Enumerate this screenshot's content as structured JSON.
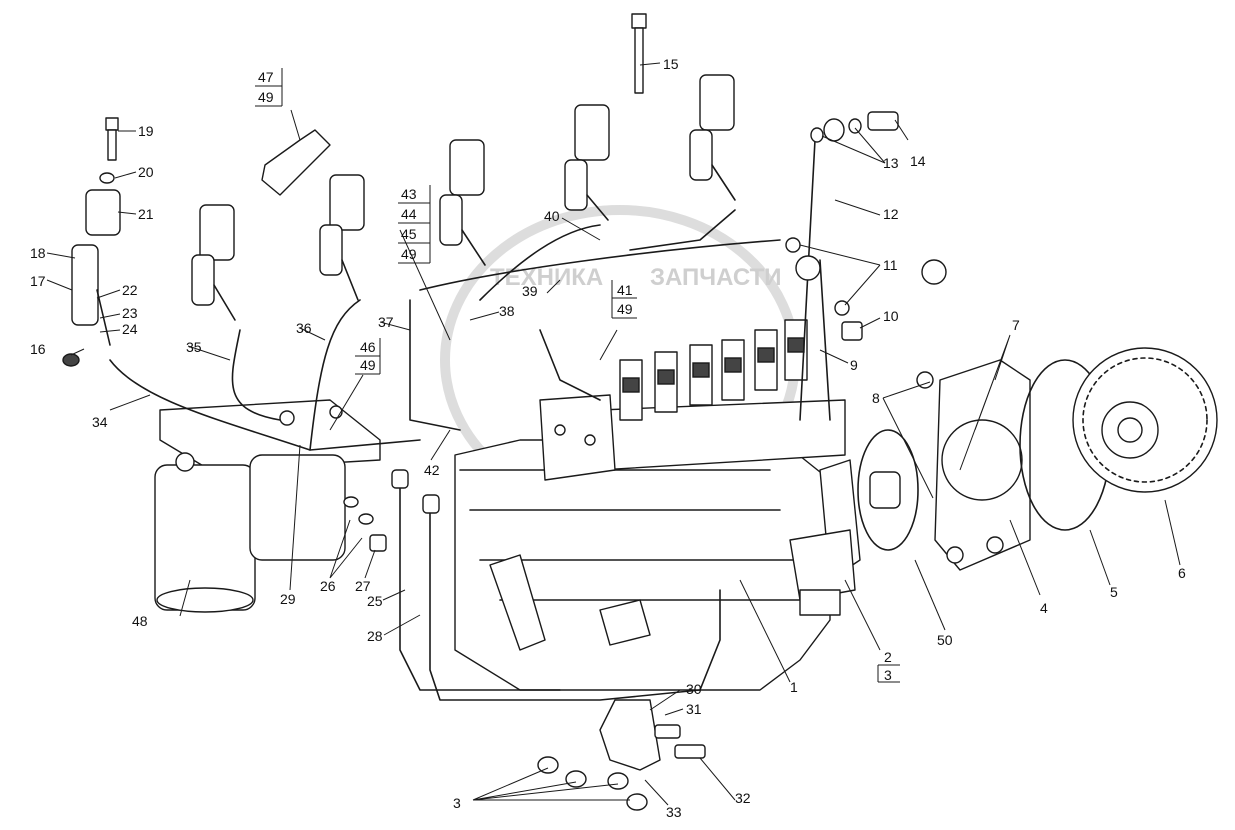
{
  "watermark": {
    "left": "ТЕХНИКА",
    "right": "ЗАПЧАСТИ"
  },
  "callouts": [
    {
      "id": "c1",
      "text": "1"
    },
    {
      "id": "c2",
      "text": "2"
    },
    {
      "id": "c3",
      "text": "3"
    },
    {
      "id": "c3b",
      "text": "3"
    },
    {
      "id": "c4",
      "text": "4"
    },
    {
      "id": "c5",
      "text": "5"
    },
    {
      "id": "c6",
      "text": "6"
    },
    {
      "id": "c7",
      "text": "7"
    },
    {
      "id": "c8",
      "text": "8"
    },
    {
      "id": "c9",
      "text": "9"
    },
    {
      "id": "c10",
      "text": "10"
    },
    {
      "id": "c11",
      "text": "11"
    },
    {
      "id": "c12",
      "text": "12"
    },
    {
      "id": "c13",
      "text": "13"
    },
    {
      "id": "c14",
      "text": "14"
    },
    {
      "id": "c15",
      "text": "15"
    },
    {
      "id": "c16",
      "text": "16"
    },
    {
      "id": "c17",
      "text": "17"
    },
    {
      "id": "c18",
      "text": "18"
    },
    {
      "id": "c19",
      "text": "19"
    },
    {
      "id": "c20",
      "text": "20"
    },
    {
      "id": "c21",
      "text": "21"
    },
    {
      "id": "c22",
      "text": "22"
    },
    {
      "id": "c23",
      "text": "23"
    },
    {
      "id": "c24",
      "text": "24"
    },
    {
      "id": "c25",
      "text": "25"
    },
    {
      "id": "c26",
      "text": "26"
    },
    {
      "id": "c27",
      "text": "27"
    },
    {
      "id": "c28",
      "text": "28"
    },
    {
      "id": "c29",
      "text": "29"
    },
    {
      "id": "c30",
      "text": "30"
    },
    {
      "id": "c31",
      "text": "31"
    },
    {
      "id": "c32",
      "text": "32"
    },
    {
      "id": "c33",
      "text": "33"
    },
    {
      "id": "c34",
      "text": "34"
    },
    {
      "id": "c35",
      "text": "35"
    },
    {
      "id": "c36",
      "text": "36"
    },
    {
      "id": "c37",
      "text": "37"
    },
    {
      "id": "c38",
      "text": "38"
    },
    {
      "id": "c39",
      "text": "39"
    },
    {
      "id": "c40",
      "text": "40"
    },
    {
      "id": "c41",
      "text": "41"
    },
    {
      "id": "c42",
      "text": "42"
    },
    {
      "id": "c43",
      "text": "43"
    },
    {
      "id": "c44",
      "text": "44"
    },
    {
      "id": "c45",
      "text": "45"
    },
    {
      "id": "c46",
      "text": "46"
    },
    {
      "id": "c47",
      "text": "47"
    },
    {
      "id": "c48",
      "text": "48"
    },
    {
      "id": "c49a",
      "text": "49"
    },
    {
      "id": "c49b",
      "text": "49"
    },
    {
      "id": "c49c",
      "text": "49"
    },
    {
      "id": "c49d",
      "text": "49"
    },
    {
      "id": "c50",
      "text": "50"
    }
  ]
}
